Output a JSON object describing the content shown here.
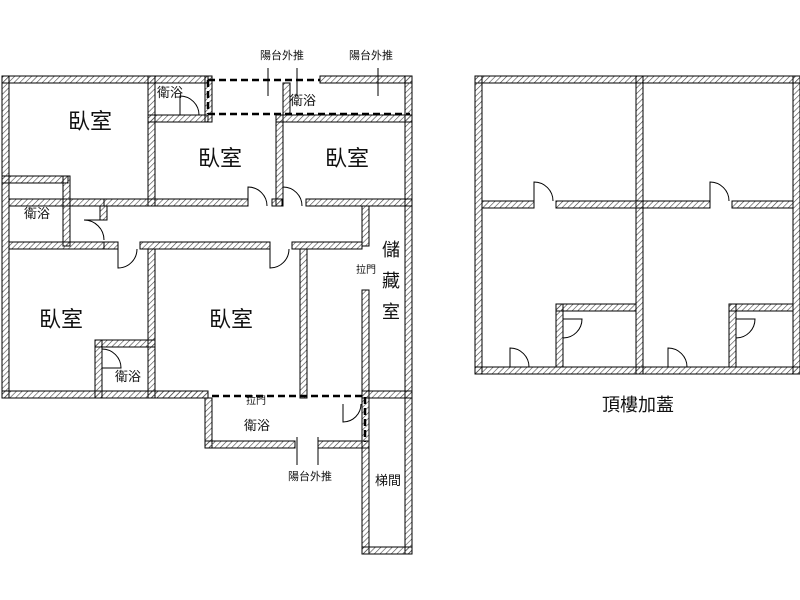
{
  "labels": {
    "bedroom": "臥室",
    "bathroom": "衛浴",
    "balcony_out": "陽台外推",
    "sliding_door": "拉門",
    "storage_1": "儲",
    "storage_2": "藏",
    "storage_3": "室",
    "stairwell": "梯間",
    "roof_addition": "頂樓加蓋"
  },
  "colors": {
    "wall_fill": "#ffffff",
    "wall_line": "#000000",
    "hatch": "#333333",
    "text": "#111111"
  }
}
